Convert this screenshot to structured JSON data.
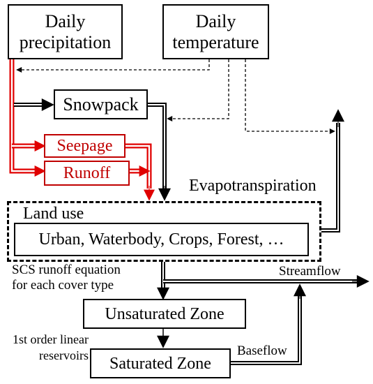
{
  "nodes": {
    "daily_precipitation": {
      "line1": "Daily",
      "line2": "precipitation"
    },
    "daily_temperature": {
      "line1": "Daily",
      "line2": "temperature"
    },
    "snowpack": "Snowpack",
    "seepage": "Seepage",
    "runoff": "Runoff",
    "land_use": "Land use",
    "land_use_types": "Urban, Waterbody, Crops, Forest, …",
    "unsaturated_zone": "Unsaturated Zone",
    "saturated_zone": "Saturated Zone"
  },
  "labels": {
    "evapotranspiration": "Evapotranspiration",
    "scs_line1": "SCS runoff equation",
    "scs_line2": "for each cover type",
    "streamflow": "Streamflow",
    "reservoirs_line1": "1st order linear",
    "reservoirs_line2": "reservoirs",
    "baseflow": "Baseflow"
  },
  "colors": {
    "main": "#000000",
    "highlight": "#c00000"
  }
}
